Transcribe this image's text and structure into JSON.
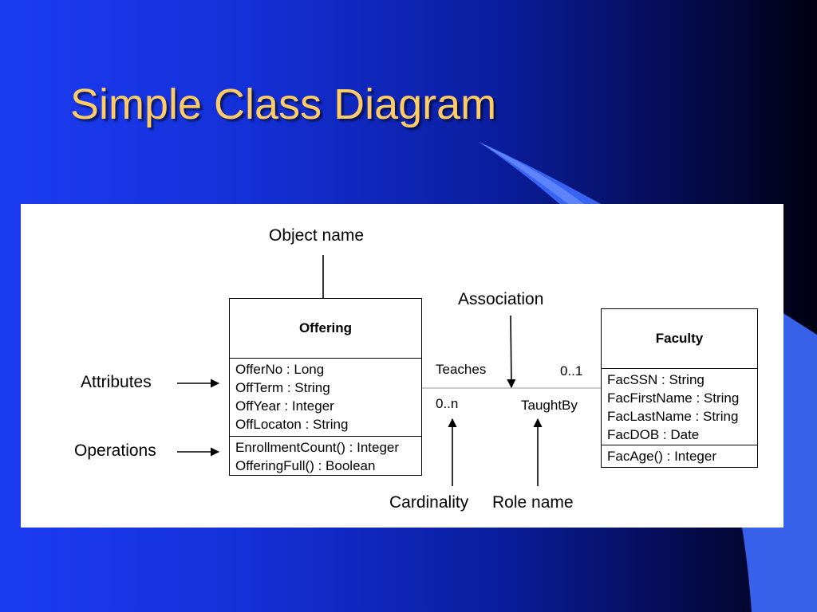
{
  "slide": {
    "title": "Simple Class Diagram"
  },
  "diagram": {
    "annotations": {
      "object_name": "Object name",
      "association": "Association",
      "attributes": "Attributes",
      "operations": "Operations",
      "cardinality": "Cardinality",
      "role_name": "Role name"
    },
    "offering": {
      "name": "Offering",
      "attributes": [
        "OfferNo : Long",
        "OffTerm : String",
        "OffYear : Integer",
        "OffLocaton : String"
      ],
      "operations": [
        "EnrollmentCount() : Integer",
        "OfferingFull() : Boolean"
      ]
    },
    "faculty": {
      "name": "Faculty",
      "attributes": [
        "FacSSN : String",
        "FacFirstName : String",
        "FacLastName : String",
        "FacDOB : Date"
      ],
      "operations": [
        "FacAge() : Integer"
      ]
    },
    "association": {
      "name": "Teaches",
      "role": "TaughtBy",
      "offering_end_cardinality": "0..n",
      "faculty_end_cardinality": "0..1"
    }
  },
  "colors": {
    "title": "#ffcc66",
    "background_dark": "#000010",
    "background_light": "#1c3cf2",
    "panel": "#ffffff",
    "accent_shape": "#3d6cff"
  }
}
